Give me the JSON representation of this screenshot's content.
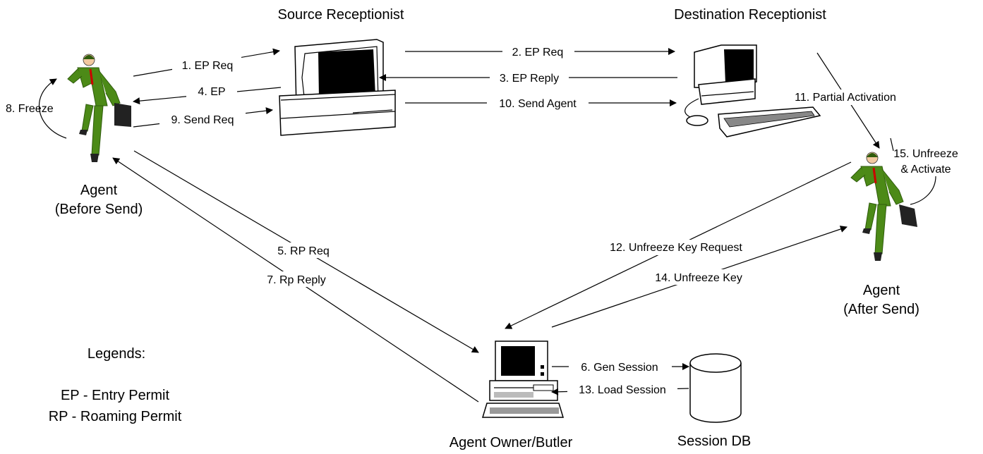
{
  "titles": {
    "source_receptionist": "Source Receptionist",
    "destination_receptionist": "Destination Receptionist",
    "agent_before_line1": "Agent",
    "agent_before_line2": "(Before Send)",
    "agent_after_line1": "Agent",
    "agent_after_line2": "(After Send)",
    "owner": "Agent Owner/Butler",
    "session_db": "Session DB"
  },
  "steps": {
    "s1": "1. EP Req",
    "s2": "2. EP Req",
    "s3": "3. EP Reply",
    "s4": "4. EP",
    "s5": "5. RP Req",
    "s6": "6. Gen Session",
    "s7": "7. Rp Reply",
    "s8": "8. Freeze",
    "s9": "9. Send Req",
    "s10": "10. Send Agent",
    "s11": "11. Partial Activation",
    "s12": "12. Unfreeze Key Request",
    "s13": "13. Load Session",
    "s14": "14. Unfreeze Key",
    "s15_line1": "15. Unfreeze",
    "s15_line2": "& Activate"
  },
  "legend": {
    "title": "Legends:",
    "ep": "EP - Entry Permit",
    "rp": "RP - Roaming Permit"
  },
  "colors": {
    "suit": "#4c8a17",
    "suit_dark": "#2f5c0c",
    "skin": "#f2c9a0",
    "screen": "#000000",
    "monitor_frame": "#ffffff"
  }
}
